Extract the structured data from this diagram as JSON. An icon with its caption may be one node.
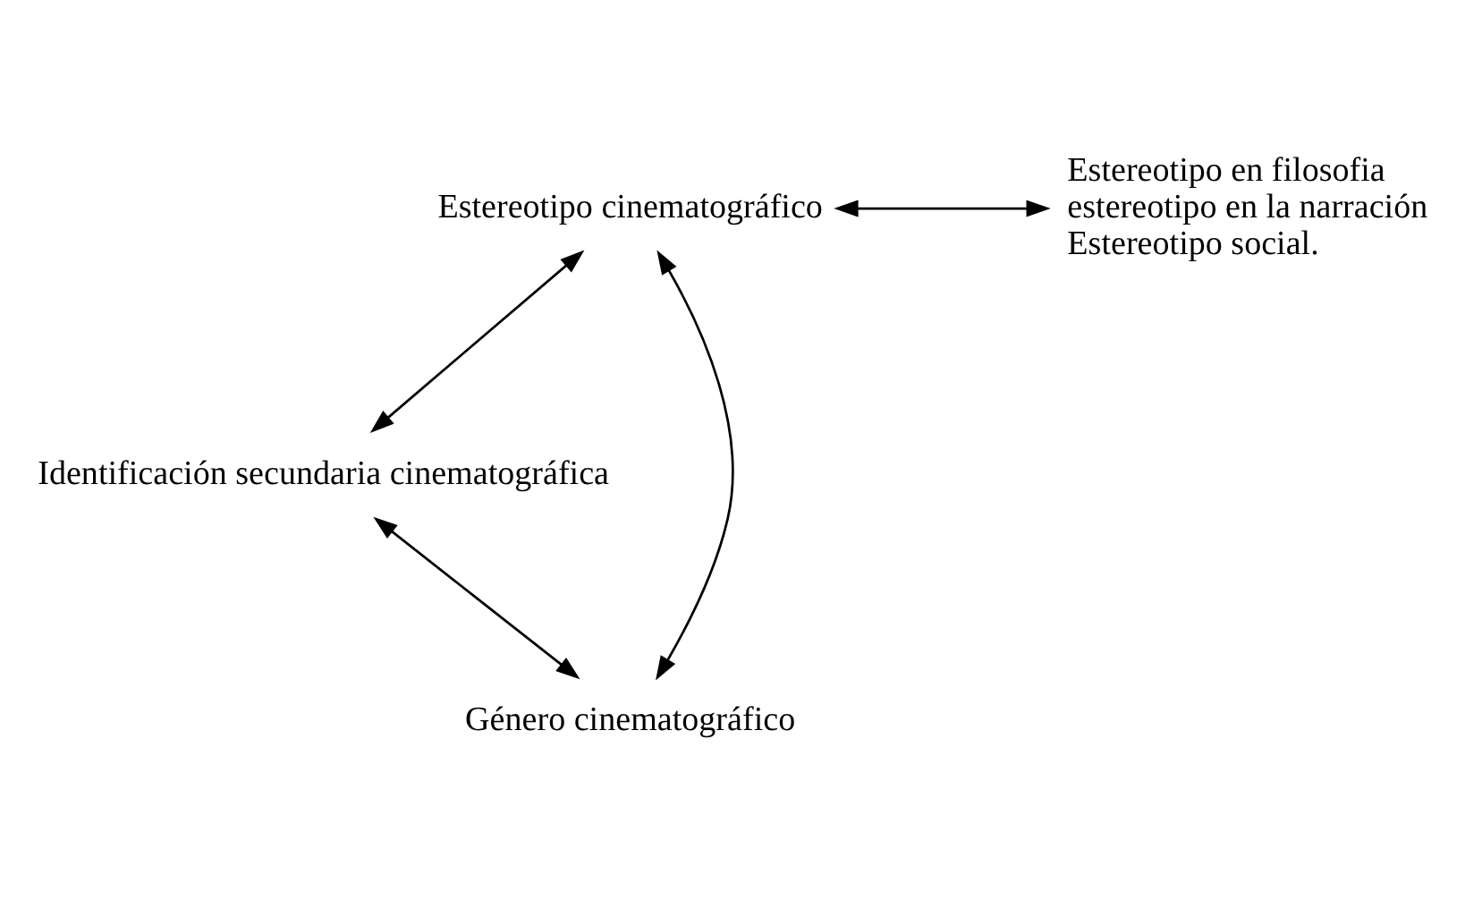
{
  "diagram": {
    "nodes": [
      {
        "text": [
          "Estereotipo cinematográfico"
        ]
      },
      {
        "text": [
          "Estereotipo en filosofia",
          "estereotipo en la narración",
          "Estereotipo social."
        ]
      },
      {
        "text": [
          "Identificación secundaria cinematográfica"
        ]
      },
      {
        "text": [
          "Género cinematográfico"
        ]
      }
    ],
    "edges": [
      {
        "from": 0,
        "to": 1,
        "arrow": "both"
      },
      {
        "from": 0,
        "to": 2,
        "arrow": "both"
      },
      {
        "from": 0,
        "to": 3,
        "arrow": "both"
      },
      {
        "from": 2,
        "to": 3,
        "arrow": "both"
      }
    ]
  }
}
